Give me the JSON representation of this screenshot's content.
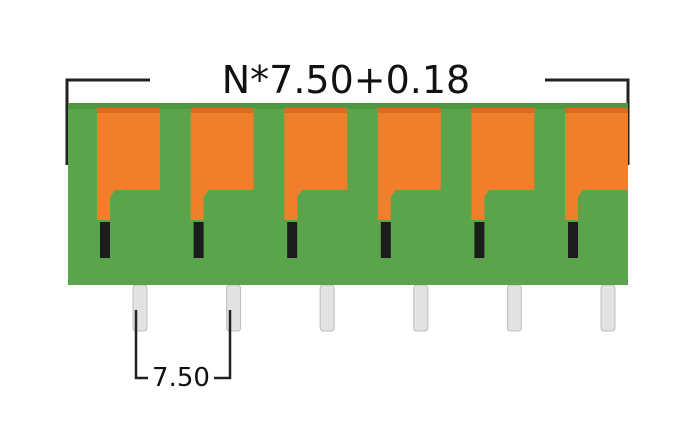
{
  "dimensions": {
    "overall": "N*7.50+0.18",
    "pitch": "7.50"
  },
  "terminal_block": {
    "pole_count": 6
  },
  "colors": {
    "housing": "#5aa54c",
    "housing_top": "#4f9842",
    "actuator": "#ef7f2a",
    "actuator_shade": "#d96d1d",
    "slot": "#1c1c1c",
    "pin": "#e2e2e2",
    "dimension_line": "#222222"
  }
}
